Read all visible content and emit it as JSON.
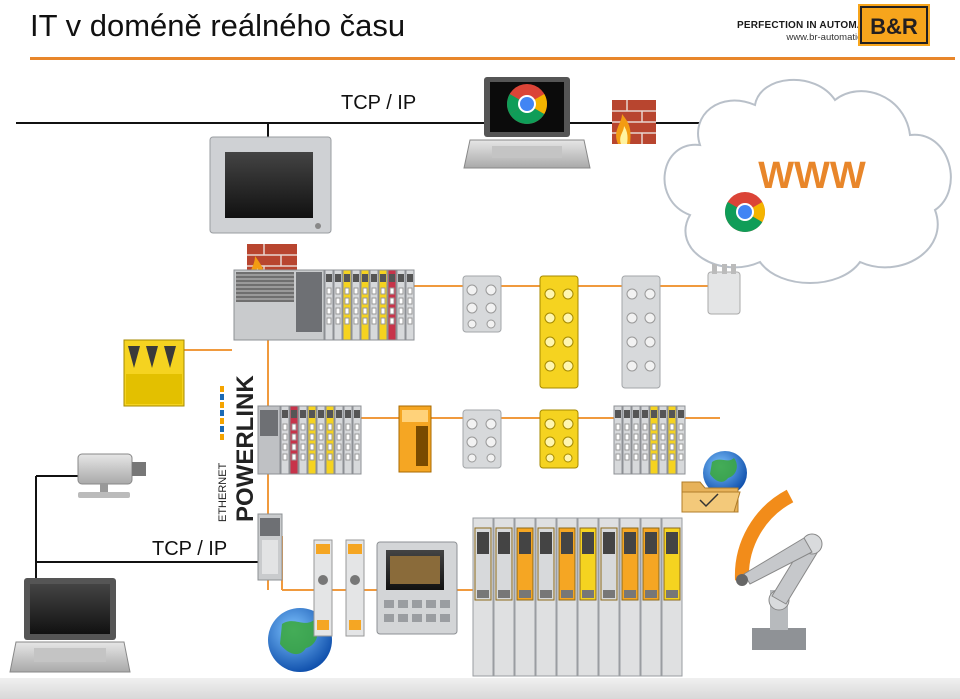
{
  "slide": {
    "title": "IT v doméně reálného času"
  },
  "logo": {
    "tagline": "PERFECTION IN AUTOMATION",
    "url": "www.br-automation.com",
    "mark_text": "B&R",
    "colors": {
      "mark_bg": "#f7a51c",
      "mark_fg": "#231f20"
    }
  },
  "labels": {
    "tcp_ip_top": "TCP / IP",
    "tcp_ip_bottom": "TCP / IP",
    "cloud_text": "WWW",
    "powerlink_brand_small": "ETHERNET",
    "powerlink_brand_big": "POWERLINK"
  },
  "colors": {
    "accent": "#e8862a",
    "network_line": "#f09a3e",
    "tcp_line": "#111111",
    "module_yellow": "#f5d320",
    "module_grey": "#d7d9db",
    "robot_arc": "#f28c1a"
  },
  "icons": [
    "chrome-icon",
    "firewall-icon",
    "globe-icon",
    "folder-icon",
    "laptop-icon",
    "camera-icon",
    "robot-arm-icon",
    "hmi-panel-icon"
  ]
}
